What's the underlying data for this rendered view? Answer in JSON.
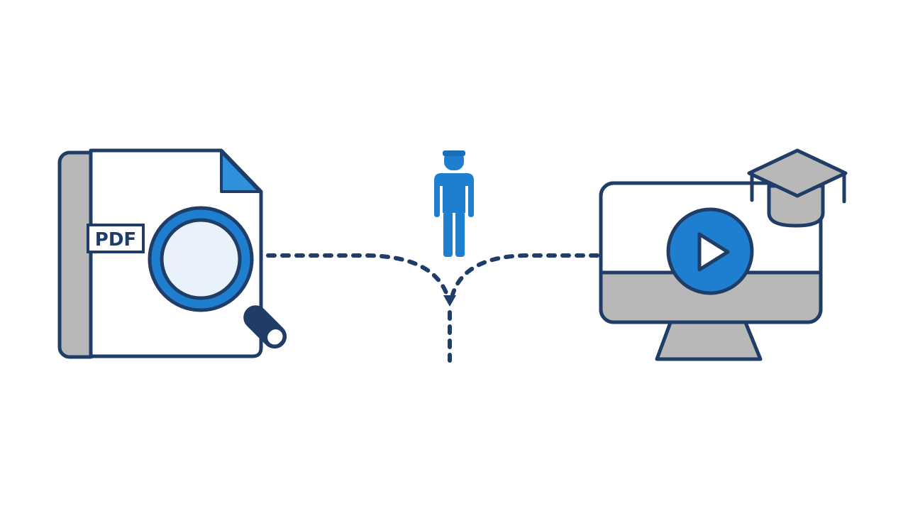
{
  "diagram": {
    "document_label": "PDF",
    "nodes": [
      {
        "id": "pdf-document",
        "icon": "pdf-search-icon"
      },
      {
        "id": "person",
        "icon": "person-icon"
      },
      {
        "id": "video-course",
        "icon": "monitor-play-graduation-icon"
      }
    ],
    "edges": [
      {
        "from": "pdf-document",
        "to": "junction",
        "style": "dashed"
      },
      {
        "from": "video-course",
        "to": "junction",
        "style": "dashed"
      },
      {
        "from": "junction",
        "to": "down",
        "style": "dashed",
        "arrow": true
      }
    ]
  },
  "colors": {
    "outline": "#1f3d66",
    "accent_blue": "#1e7fd0",
    "light_blue": "#2f90dd",
    "gray": "#b8b8b8",
    "lens": "#e9f2fa",
    "white": "#ffffff"
  }
}
